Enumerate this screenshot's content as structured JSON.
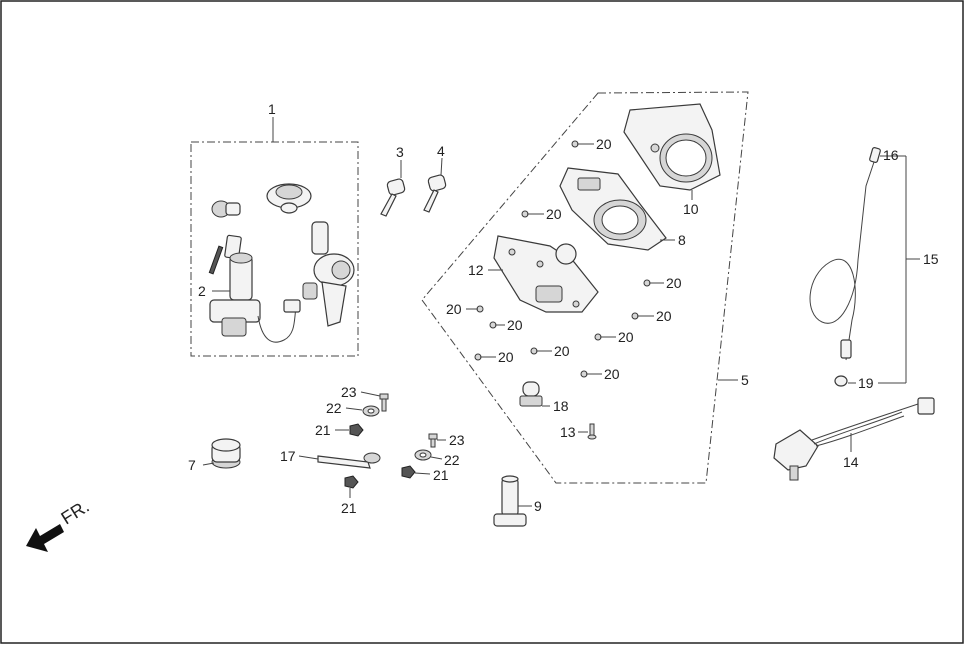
{
  "direction_label": "FR.",
  "labels": {
    "l1": "1",
    "l2": "2",
    "l3": "3",
    "l4": "4",
    "l5": "5",
    "l7": "7",
    "l8": "8",
    "l9": "9",
    "l10": "10",
    "l12": "12",
    "l13": "13",
    "l14": "14",
    "l15": "15",
    "l16": "16",
    "l17": "17",
    "l18": "18",
    "l19": "19",
    "l20a": "20",
    "l20b": "20",
    "l20c": "20",
    "l20d": "20",
    "l20e": "20",
    "l20f": "20",
    "l20g": "20",
    "l20h": "20",
    "l20i": "20",
    "l20j": "20",
    "l21a": "21",
    "l21b": "21",
    "l21c": "21",
    "l22a": "22",
    "l22b": "22",
    "l23a": "23",
    "l23b": "23"
  }
}
